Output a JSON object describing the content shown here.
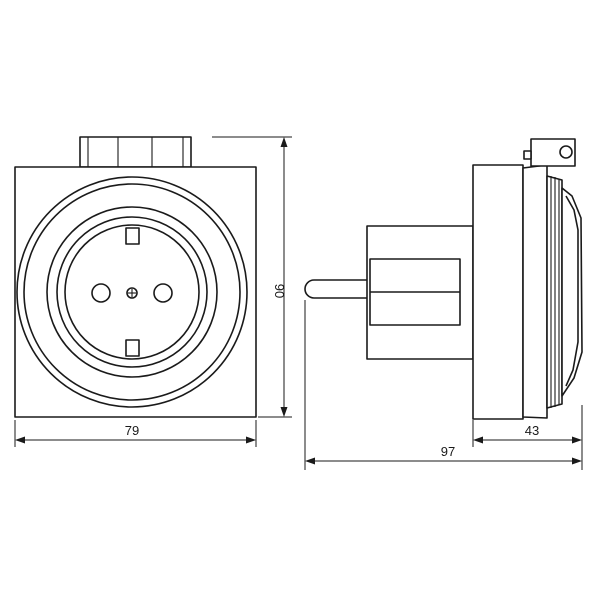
{
  "dimensions": {
    "front_width": "79",
    "front_height": "90",
    "side_depth": "43",
    "total_depth": "97"
  },
  "colors": {
    "stroke": "#1a1a1a",
    "background": "#ffffff"
  }
}
